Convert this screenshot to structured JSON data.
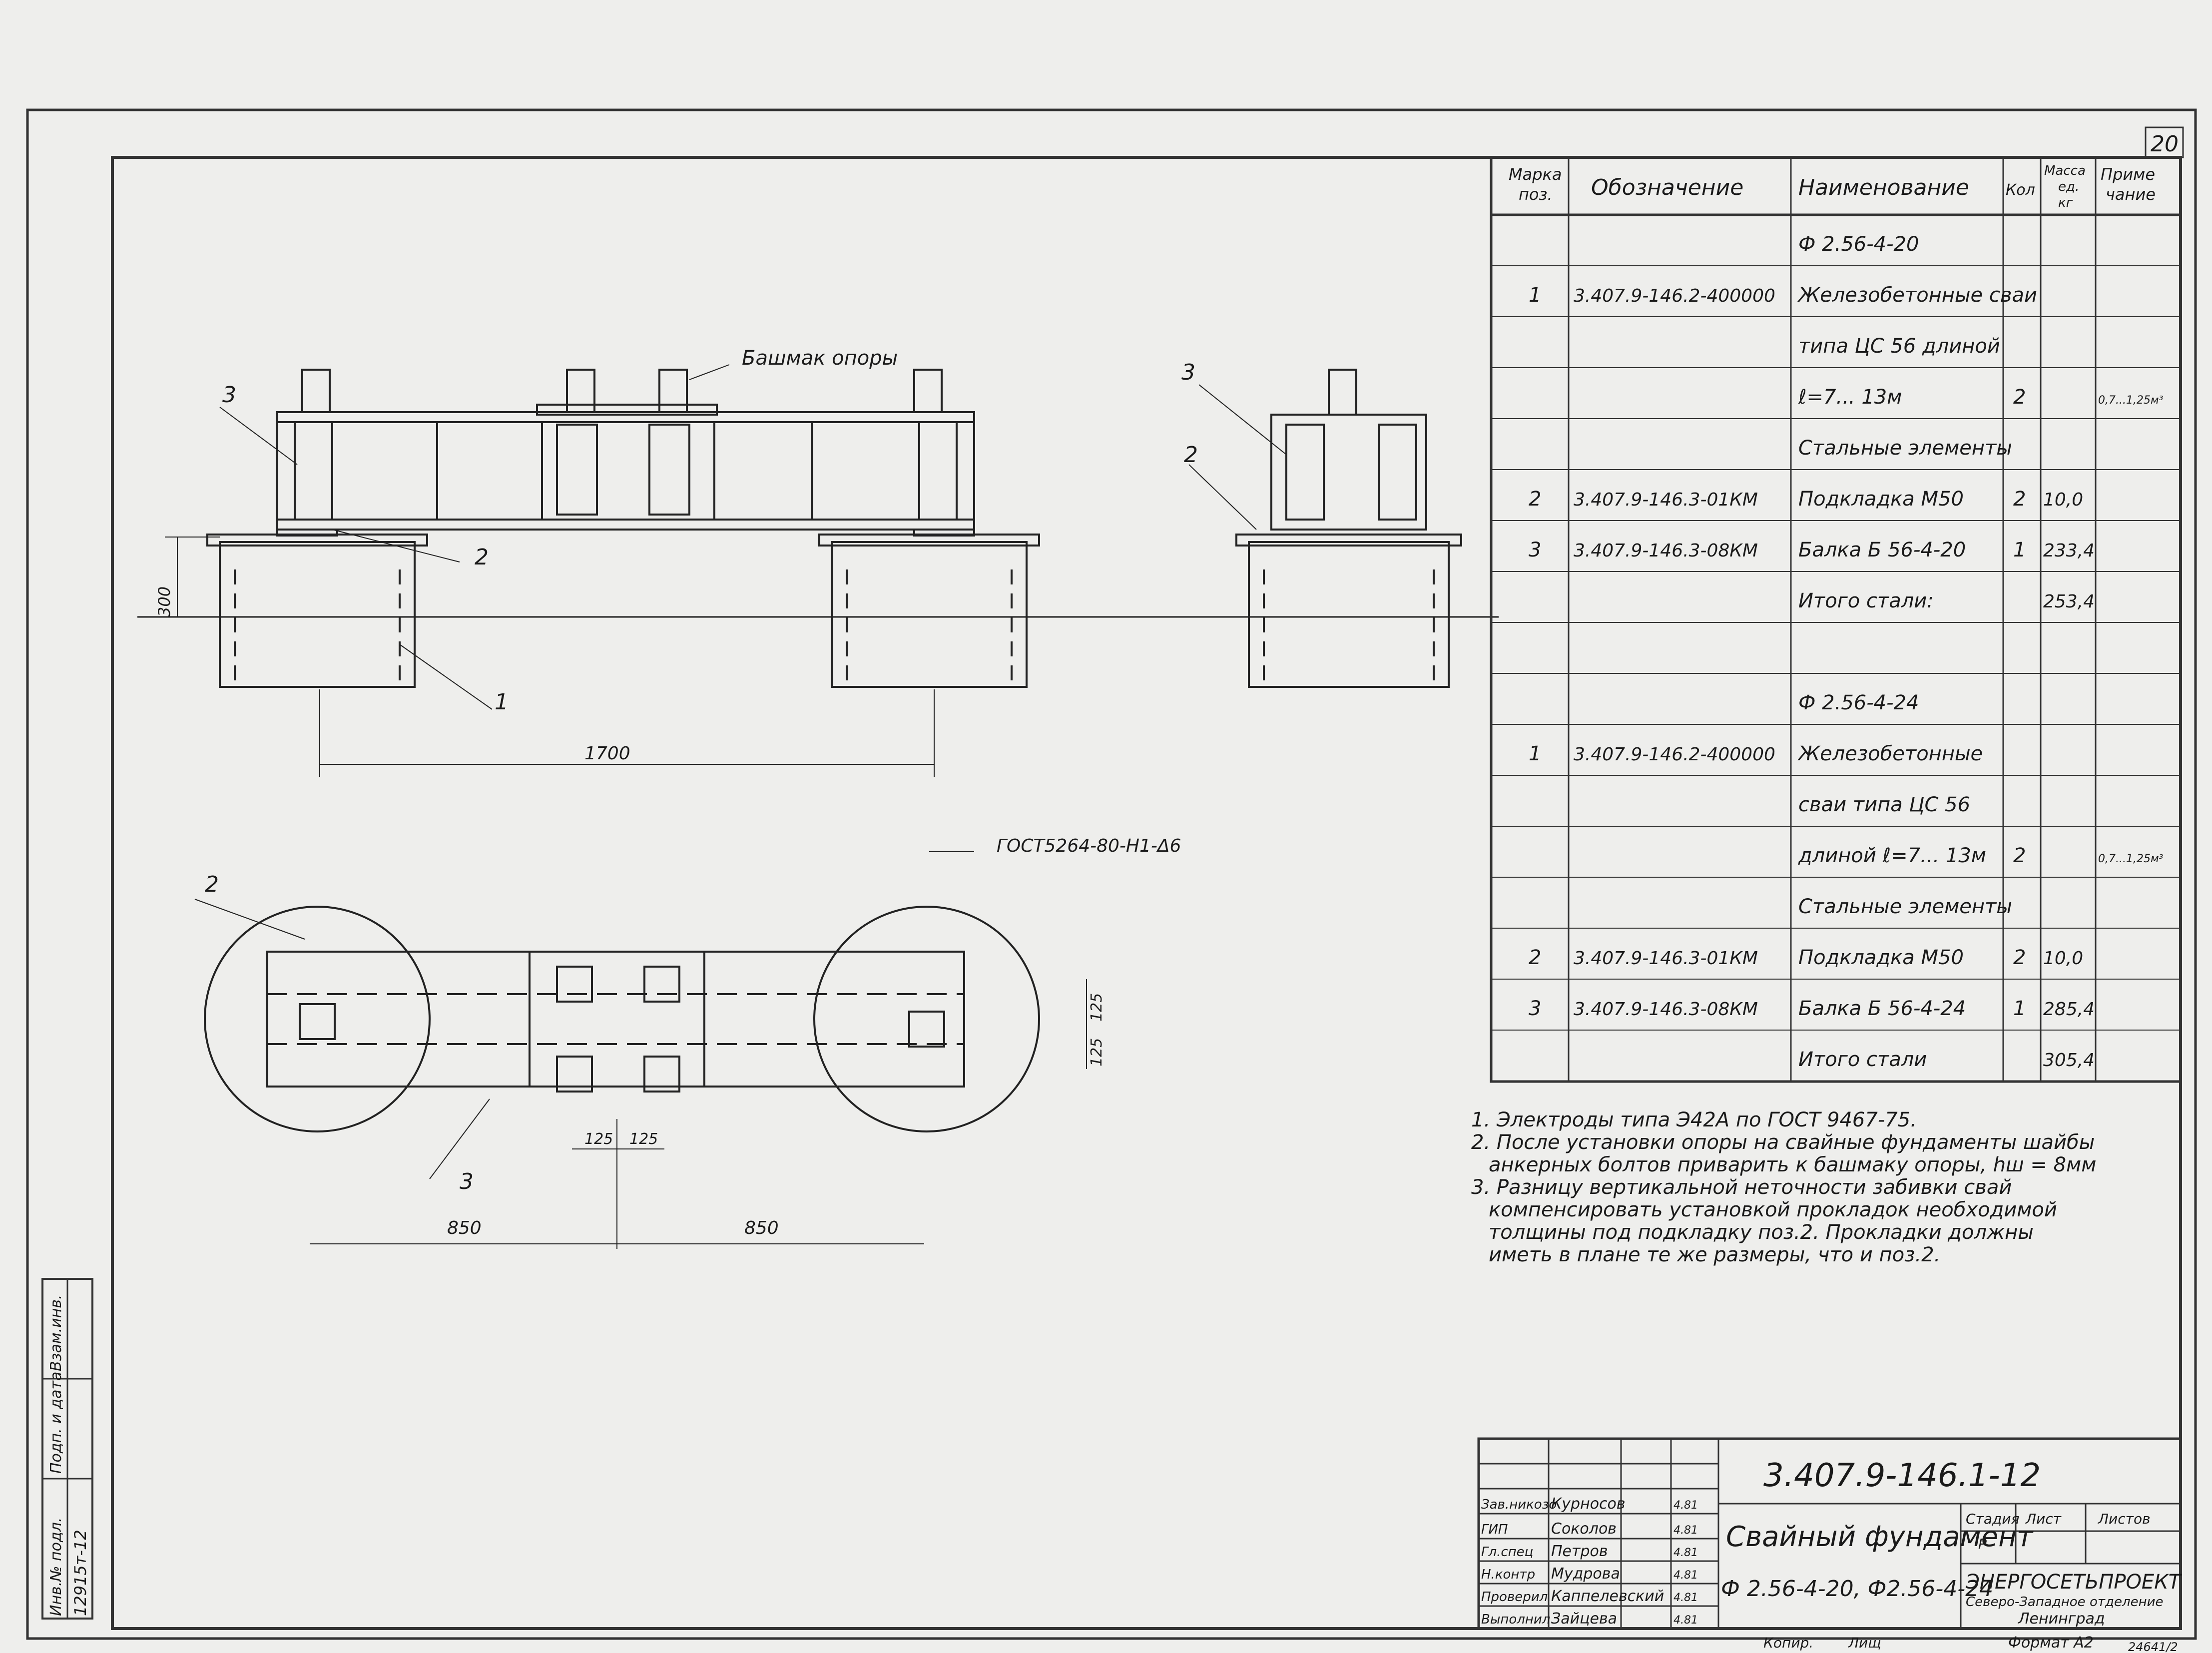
{
  "sheet_number": "20",
  "spec_table": {
    "headers": {
      "mark": [
        "Марка",
        "поз."
      ],
      "designation": "Обозначение",
      "name": "Наименование",
      "qty": "Кол",
      "mass": [
        "Масса",
        "ед.",
        "кг"
      ],
      "note": [
        "Приме",
        "чание"
      ]
    },
    "rows": [
      {
        "mark": "",
        "designation": "",
        "name": "Ф 2.56-4-20",
        "qty": "",
        "mass": "",
        "note": ""
      },
      {
        "mark": "1",
        "designation": "3.407.9-146.2-400000",
        "name": "Железобетонные сваи",
        "qty": "",
        "mass": "",
        "note": ""
      },
      {
        "mark": "",
        "designation": "",
        "name": "типа ЦС 56 длиной",
        "qty": "",
        "mass": "",
        "note": ""
      },
      {
        "mark": "",
        "designation": "",
        "name": "ℓ=7... 13м",
        "qty": "2",
        "mass": "",
        "note": "0,7...1,25м³"
      },
      {
        "mark": "",
        "designation": "",
        "name": "Стальные элементы",
        "qty": "",
        "mass": "",
        "note": ""
      },
      {
        "mark": "2",
        "designation": "3.407.9-146.3-01КМ",
        "name": "Подкладка М50",
        "qty": "2",
        "mass": "10,0",
        "note": ""
      },
      {
        "mark": "3",
        "designation": "3.407.9-146.3-08КМ",
        "name": "Балка Б 56-4-20",
        "qty": "1",
        "mass": "233,4",
        "note": ""
      },
      {
        "mark": "",
        "designation": "",
        "name": "Итого стали:",
        "qty": "",
        "mass": "253,4",
        "note": ""
      },
      {
        "mark": "",
        "designation": "",
        "name": "",
        "qty": "",
        "mass": "",
        "note": ""
      },
      {
        "mark": "",
        "designation": "",
        "name": "Ф 2.56-4-24",
        "qty": "",
        "mass": "",
        "note": ""
      },
      {
        "mark": "1",
        "designation": "3.407.9-146.2-400000",
        "name": "Железобетонные",
        "qty": "",
        "mass": "",
        "note": ""
      },
      {
        "mark": "",
        "designation": "",
        "name": "сваи типа ЦС 56",
        "qty": "",
        "mass": "",
        "note": ""
      },
      {
        "mark": "",
        "designation": "",
        "name": "длиной ℓ=7... 13м",
        "qty": "2",
        "mass": "",
        "note": "0,7...1,25м³"
      },
      {
        "mark": "",
        "designation": "",
        "name": "Стальные элементы",
        "qty": "",
        "mass": "",
        "note": ""
      },
      {
        "mark": "2",
        "designation": "3.407.9-146.3-01КМ",
        "name": "Подкладка М50",
        "qty": "2",
        "mass": "10,0",
        "note": ""
      },
      {
        "mark": "3",
        "designation": "3.407.9-146.3-08КМ",
        "name": "Балка Б 56-4-24",
        "qty": "1",
        "mass": "285,4",
        "note": ""
      },
      {
        "mark": "",
        "designation": "",
        "name": "Итого стали",
        "qty": "",
        "mass": "305,4",
        "note": ""
      }
    ]
  },
  "notes": [
    "1. Электроды типа Э42А по ГОСТ 9467-75.",
    "2. После установки опоры на свайные фундаменты шайбы",
    "анкерных болтов приварить к башмаку опоры, hш = 8мм",
    "3. Разницу вертикальной неточности забивки свай",
    "компенсировать установкой прокладок необходимой",
    "толщины под подкладку поз.2. Прокладки должны",
    "иметь в плане те же размеры, что и поз.2."
  ],
  "drawing_labels": {
    "shoe": "Башмак опоры",
    "weld": "ГОСТ5264-80-Н1-Δ6",
    "callouts": [
      "3",
      "2",
      "1",
      "3",
      "2",
      "2",
      "3"
    ],
    "dims": {
      "height": "300",
      "span": "1700",
      "half_left": "850",
      "half_right": "850",
      "bolt_x1": "125",
      "bolt_x2": "125",
      "bolt_y1": "125",
      "bolt_y2": "125"
    }
  },
  "title_block": {
    "doc_code": "3.407.9-146.1-12",
    "title": "Свайный фундамент",
    "subtitle": "Ф 2.56-4-20, Ф2.56-4-24",
    "stage_header": "Стадия",
    "sheet_header": "Лист",
    "sheets_header": "Листов",
    "stage_value": "Р",
    "org_name": "ЭНЕРГОСЕТЬПРОЕКТ",
    "org_branch": "Северо-Западное отделение",
    "org_city": "Ленинград",
    "signatures": [
      {
        "role": "Зав.никозо",
        "name": "Курносов",
        "date": "4.81"
      },
      {
        "role": "ГИП",
        "name": "Соколов",
        "date": "4.81"
      },
      {
        "role": "Гл.спец",
        "name": "Петров",
        "date": "4.81"
      },
      {
        "role": "Н.контр",
        "name": "Мудрова",
        "date": "4.81"
      },
      {
        "role": "Проверил",
        "name": "Каппелевский",
        "date": "4.81"
      },
      {
        "role": "Выполнил",
        "name": "Зайцева",
        "date": "4.81"
      }
    ]
  },
  "side_stamp": {
    "labels": [
      "Инв.№ подл.",
      "Подп. и дата",
      "Взам.инв."
    ],
    "inv_value": "12915т-12"
  },
  "footer": {
    "copied": "Копир.",
    "copied_by": "Лищ",
    "format": "Формат А2",
    "number": "24641/2"
  }
}
